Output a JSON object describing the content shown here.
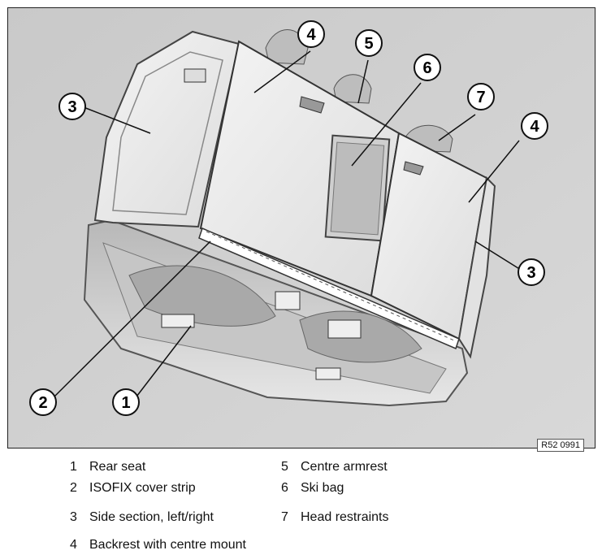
{
  "figure_id": "R52 0991",
  "callouts": [
    "1",
    "2",
    "3",
    "4",
    "5",
    "6",
    "7"
  ],
  "legend": [
    {
      "num": "1",
      "text": "Rear seat"
    },
    {
      "num": "2",
      "text": "ISOFIX cover strip"
    },
    {
      "num": "3",
      "text": "Side section, left/right"
    },
    {
      "num": "4",
      "text": "Backrest with centre mount"
    },
    {
      "num": "5",
      "text": "Centre armrest"
    },
    {
      "num": "6",
      "text": "Ski bag"
    },
    {
      "num": "7",
      "text": "Head restraints"
    }
  ]
}
